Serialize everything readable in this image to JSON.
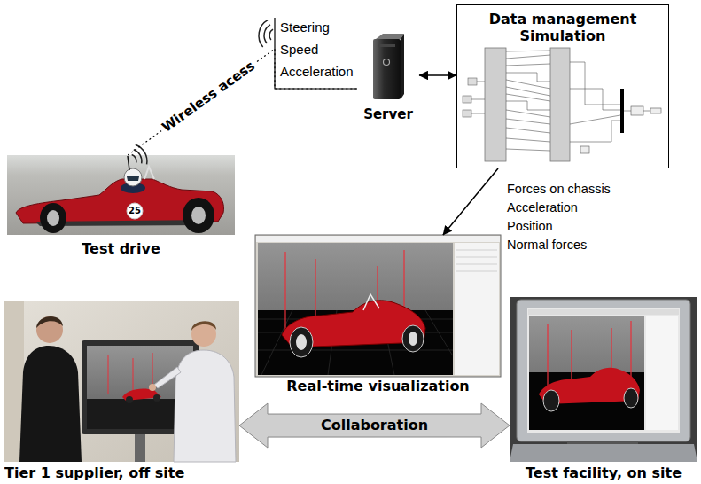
{
  "diagram": {
    "nodes": [
      {
        "text": [
          "Test drive"
        ]
      },
      {
        "text": [
          "Server"
        ]
      },
      {
        "text": [
          "Data management Simulation"
        ]
      },
      {
        "text": [
          "Real-time visualization"
        ]
      },
      {
        "text": [
          "Tier 1 supplier, off site"
        ]
      },
      {
        "text": [
          "Test facility, on site"
        ]
      }
    ],
    "edges": [
      {
        "from": 0,
        "to": 1,
        "arrow": "none",
        "label": "Wireless acess"
      },
      {
        "from": 1,
        "to": 2,
        "arrow": "both"
      },
      {
        "from": 2,
        "to": 3,
        "arrow": "to"
      },
      {
        "from": 4,
        "to": 5,
        "arrow": "both",
        "label": "Collaboration"
      }
    ],
    "labels": [
      "Steering",
      "Speed",
      "Acceleration",
      "25",
      "Forces on chassis",
      "Acceleration",
      "Position",
      "Normal forces"
    ]
  }
}
